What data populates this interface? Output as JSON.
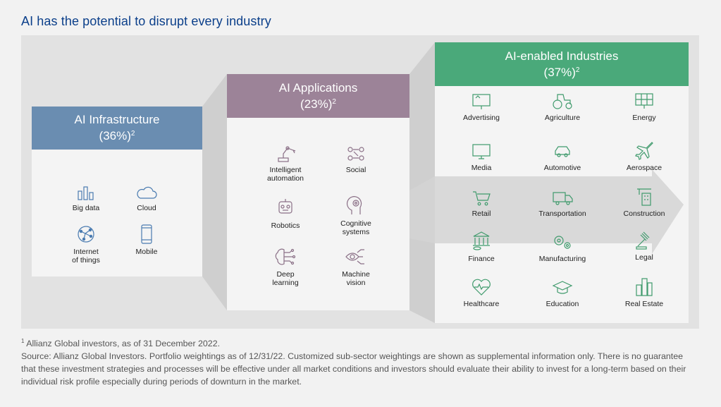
{
  "title": "AI has the potential to disrupt every industry",
  "columns": {
    "infra": {
      "title": "AI Infrastructure",
      "pct": "(36%)",
      "note": "2",
      "items": [
        "Big data",
        "Cloud",
        "Internet\nof things",
        "Mobile"
      ]
    },
    "apps": {
      "title": "AI Applications",
      "pct": "(23%)",
      "note": "2",
      "items": [
        "Intelligent\nautomation",
        "Social",
        "Robotics",
        "Cognitive\nsystems",
        "Deep\nlearning",
        "Machine\nvision"
      ]
    },
    "industries": {
      "title": "AI-enabled Industries",
      "pct": "(37%)",
      "note": "2",
      "items": [
        "Advertising",
        "Agriculture",
        "Energy",
        "Media",
        "Automotive",
        "Aerospace",
        "Retail",
        "Transportation",
        "Construction",
        "Finance",
        "Manufacturing",
        "Legal",
        "Healthcare",
        "Education",
        "Real Estate"
      ]
    }
  },
  "colors": {
    "infra": "#6a8db1",
    "apps": "#9c8398",
    "industries": "#4aa97a",
    "title": "#0b3f8a"
  },
  "footnote": {
    "marker": "1",
    "text": "Allianz Global investors, as of 31 December 2022."
  },
  "source": "Source: Allianz Global Investors. Portfolio weightings as of 12/31/22. Customized sub-sector weightings are shown as supplemental information only. There is no guarantee that these investment strategies and processes will be effective under all market conditions and investors should evaluate their ability to invest for a long-term based on their individual risk profile especially during periods of downturn in the market."
}
